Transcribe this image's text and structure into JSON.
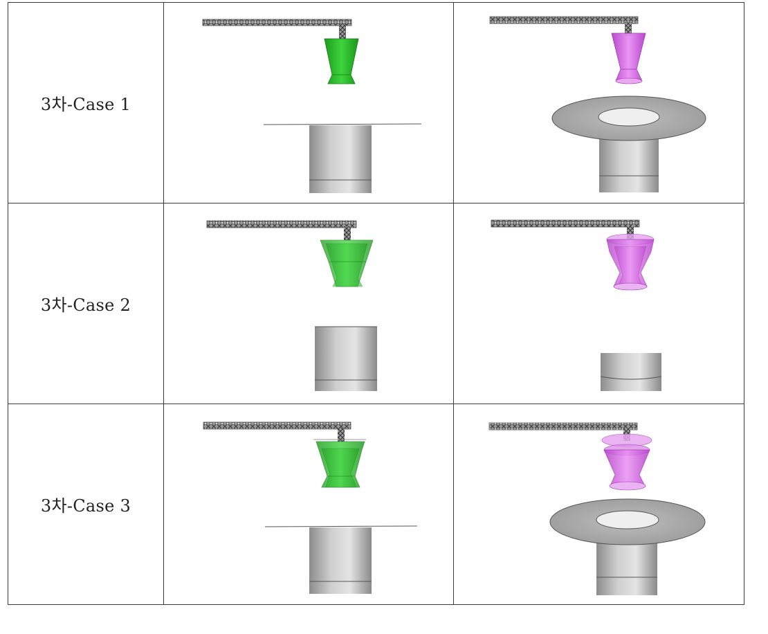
{
  "rows": [
    {
      "label": "3차-Case 1"
    },
    {
      "label": "3차-Case 2"
    },
    {
      "label": "3차-Case 3"
    }
  ],
  "colors": {
    "green_cone": "#2fbf2f",
    "magenta_cone": "#d96fe6",
    "cylinder": "#a8a8a8",
    "border": "#3a3a3a"
  }
}
